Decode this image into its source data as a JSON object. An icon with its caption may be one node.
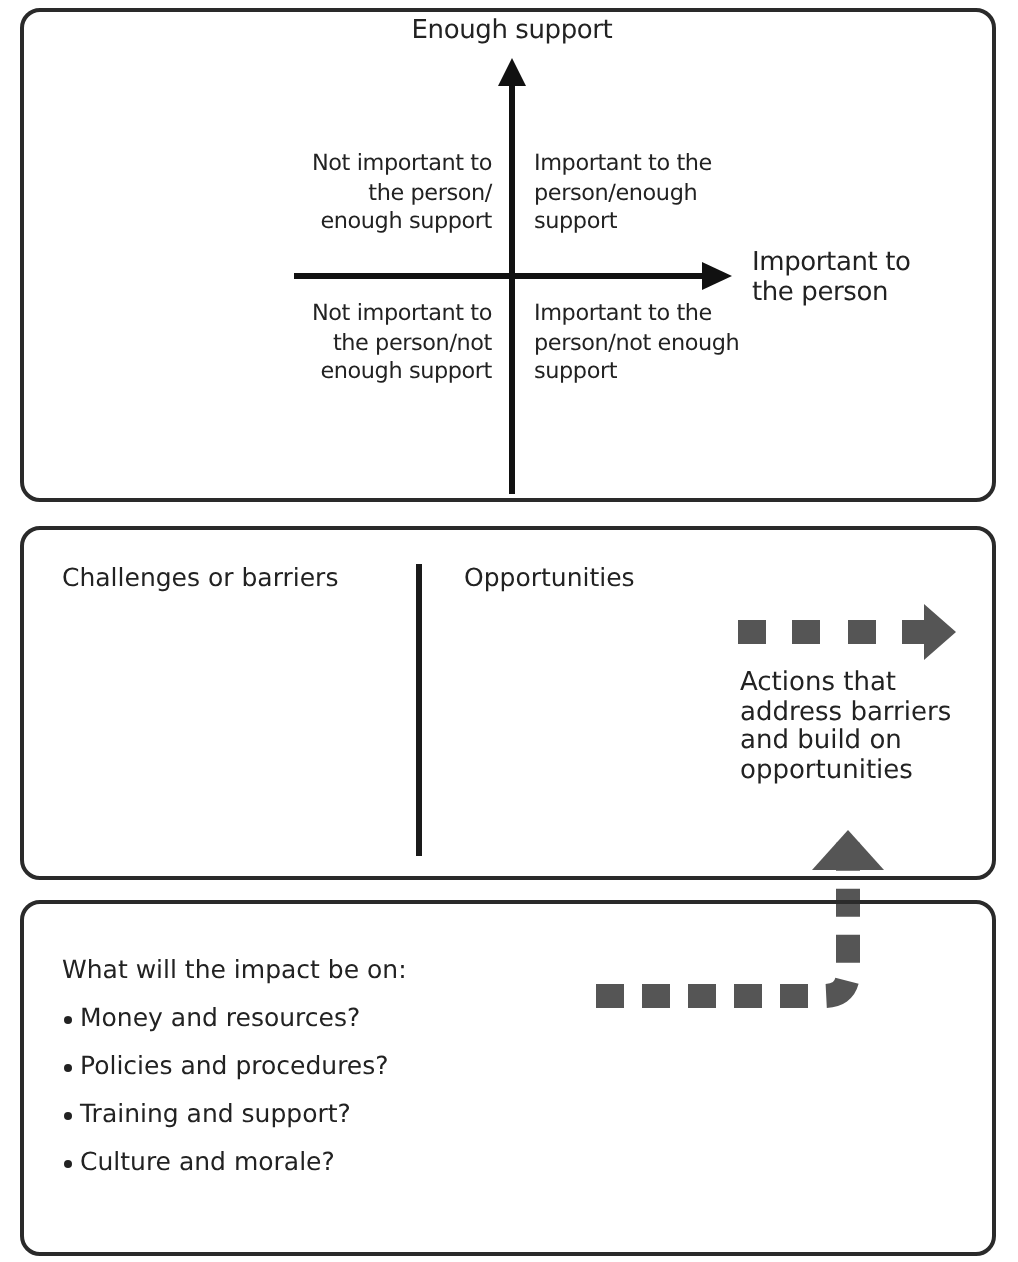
{
  "diagram": {
    "nodes": [
      {
        "text": [],
        "shape": "box"
      },
      {
        "text": [
          "Challenges or barriers",
          "Opportunities"
        ]
      },
      {
        "text": [
          "Actions that address barriers and build on opportunities"
        ],
        "in": 1
      },
      {
        "text": [
          "What will the impact be on:",
          "Money and resources?",
          "Policies and procedures?",
          "Training and support?",
          "Culture and morale?"
        ]
      }
    ],
    "edges": [
      {
        "from": 3,
        "to": 2,
        "arrow": "to",
        "style": "dashed"
      }
    ],
    "labels": [
      "Enough support",
      "Not important to the person/ enough support",
      "Important to the person/enough support",
      "Important to the person",
      "Not important to the person/not enough support",
      "Important to the person/not enough support"
    ]
  }
}
